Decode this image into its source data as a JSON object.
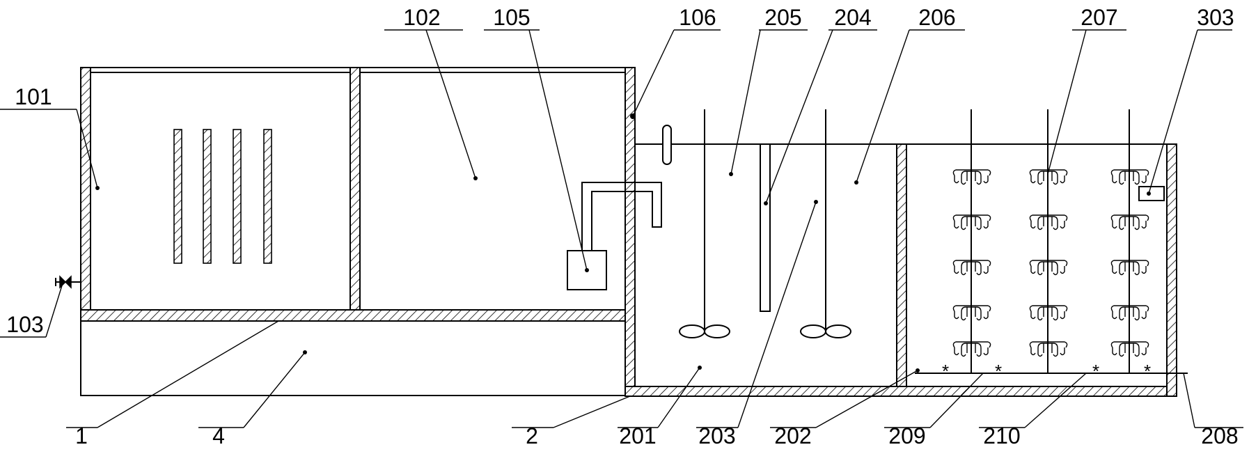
{
  "labels": {
    "l1": "1",
    "l2": "2",
    "l4": "4",
    "l101": "101",
    "l102": "102",
    "l103": "103",
    "l105": "105",
    "l106": "106",
    "l201": "201",
    "l202": "202",
    "l203": "203",
    "l204": "204",
    "l205": "205",
    "l206": "206",
    "l207": "207",
    "l208": "208",
    "l209": "209",
    "l210": "210",
    "l303": "303"
  },
  "colors": {
    "line": "#000000",
    "background": "#ffffff"
  }
}
